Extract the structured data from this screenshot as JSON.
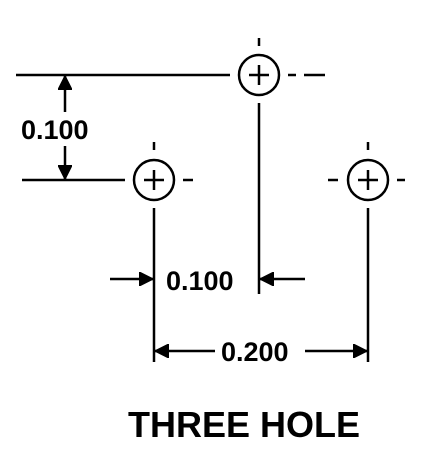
{
  "diagram": {
    "caption": "THREE HOLE",
    "vertical_spacing_label": "0.100",
    "hole_offset_label": "0.100",
    "outer_spacing_label": "0.200",
    "hole_count": 3,
    "line_color": "#000000",
    "background_color": "#ffffff"
  }
}
